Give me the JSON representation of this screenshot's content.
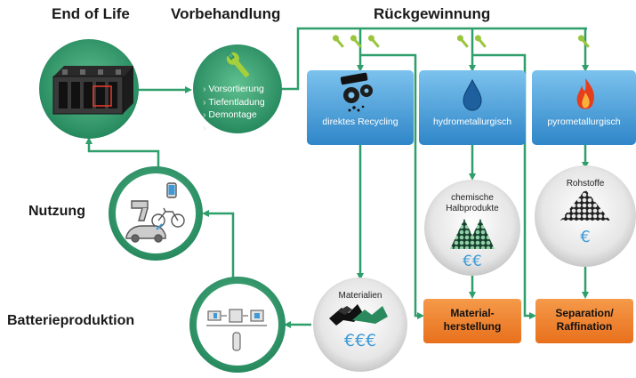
{
  "stages": {
    "end_of_life": "End of Life",
    "vorbehandlung": "Vorbehandlung",
    "rueckgewinnung": "Rückgewinnung",
    "nutzung": "Nutzung",
    "batterieproduktion": "Batterieproduktion"
  },
  "vorbehandlung_steps": [
    "Vorsortierung",
    "Tiefentladung",
    "Demontage",
    "…"
  ],
  "recycling_routes": [
    "direktes Recycling",
    "hydrometallurgisch",
    "pyrometallurgisch"
  ],
  "intermediates": {
    "halbprodukte": "chemische Halbprodukte",
    "rohstoffe": "Rohstoffe",
    "materialien": "Materialien"
  },
  "processes": {
    "materialherstellung": "Material-herstellung",
    "separation": "Separation/ Raffination"
  },
  "value_marks": {
    "halbprodukte": "€€",
    "rohstoffe": "€",
    "materialien": "€€€"
  },
  "colors": {
    "flow_green": "#2e9e6a",
    "circle_green": "#2f9a6c",
    "route_blue": "#3d9ad6",
    "process_orange": "#f07d2a",
    "icon_green": "#9bc53d"
  },
  "icons": {
    "end_of_life": "battery-module-icon",
    "vorbehandlung": "wrench-icon",
    "direkt": "gears-with-cell-icon",
    "hydro": "water-drop-icon",
    "pyro": "flame-icon",
    "nutzung": "drill-bike-car-phone-icon",
    "produktion": "production-chain-icon"
  }
}
